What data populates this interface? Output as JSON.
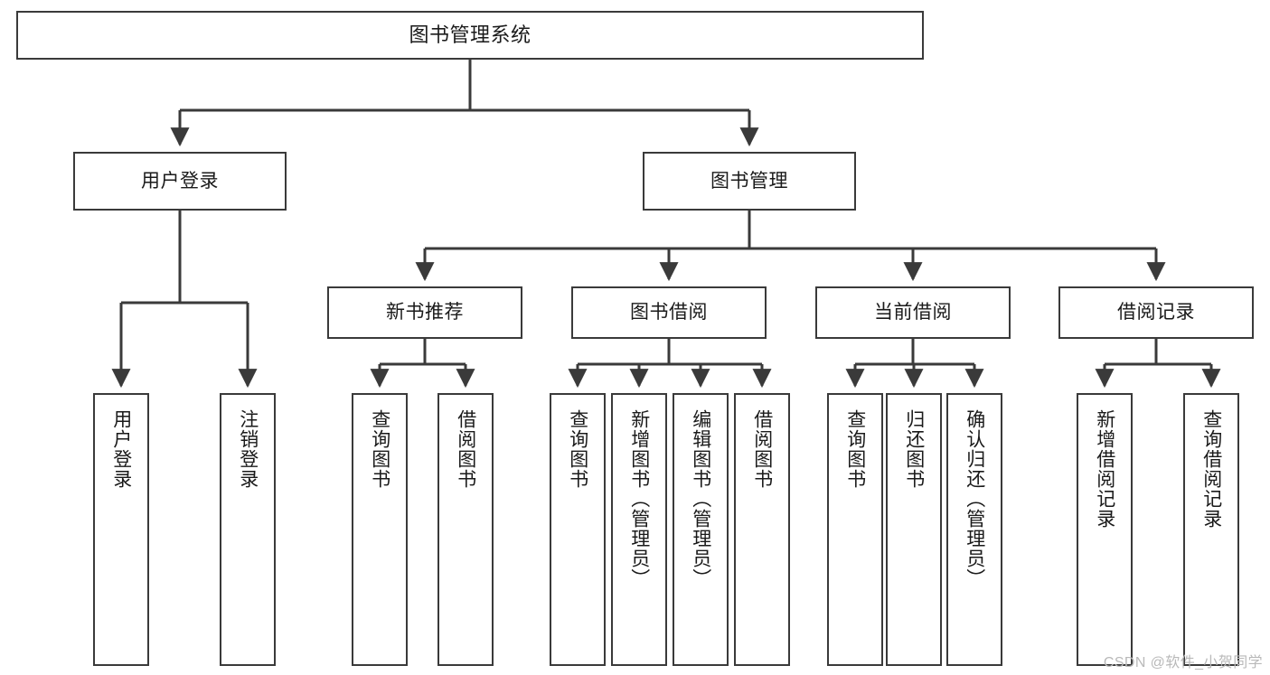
{
  "diagram": {
    "type": "tree-hierarchy-chart",
    "root": {
      "id": "root",
      "label": "图书管理系统"
    },
    "level2": [
      {
        "id": "user-login",
        "label": "用户登录"
      },
      {
        "id": "book-manage",
        "label": "图书管理"
      }
    ],
    "level3": [
      {
        "id": "new-book-rec",
        "label": "新书推荐"
      },
      {
        "id": "book-borrow",
        "label": "图书借阅"
      },
      {
        "id": "current-borrow",
        "label": "当前借阅"
      },
      {
        "id": "borrow-record",
        "label": "借阅记录"
      }
    ],
    "leaves": {
      "user_login": [
        {
          "id": "leaf-user-login",
          "label": "用户登录"
        },
        {
          "id": "leaf-logout",
          "label": "注销登录"
        }
      ],
      "new_book_rec": [
        {
          "id": "leaf-query-book-1",
          "label": "查询图书"
        },
        {
          "id": "leaf-borrow-book-1",
          "label": "借阅图书"
        }
      ],
      "book_borrow": [
        {
          "id": "leaf-query-book-2",
          "label": "查询图书"
        },
        {
          "id": "leaf-add-book",
          "label": "新增图书（管理员）"
        },
        {
          "id": "leaf-edit-book",
          "label": "编辑图书（管理员）"
        },
        {
          "id": "leaf-borrow-book-2",
          "label": "借阅图书"
        }
      ],
      "current_borrow": [
        {
          "id": "leaf-query-book-3",
          "label": "查询图书"
        },
        {
          "id": "leaf-return-book",
          "label": "归还图书"
        },
        {
          "id": "leaf-confirm-return",
          "label": "确认归还（管理员）"
        }
      ],
      "borrow_record": [
        {
          "id": "leaf-add-record",
          "label": "新增借阅记录"
        },
        {
          "id": "leaf-query-record",
          "label": "查询借阅记录"
        }
      ]
    }
  },
  "watermark": {
    "text": "CSDN @软件_小贺同学"
  },
  "colors": {
    "stroke": "#3a3a3a",
    "fill": "#ffffff",
    "text": "#1a1a1a",
    "watermark": "#b9b9b9"
  }
}
